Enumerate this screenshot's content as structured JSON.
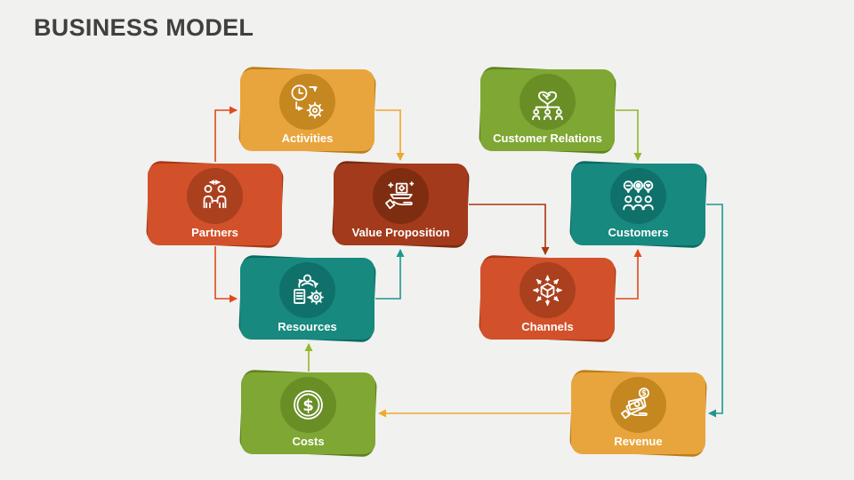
{
  "title": "BUSINESS MODEL",
  "background_color": "#f1f1f0",
  "title_color": "#404040",
  "nodes": [
    {
      "id": "activities",
      "label": "Activities",
      "color": "#e9a53d",
      "icon": "clock-gear-process-icon"
    },
    {
      "id": "customer-relations",
      "label": "Customer Relations",
      "color": "#7fa733",
      "icon": "handshake-heart-team-icon"
    },
    {
      "id": "partners",
      "label": "Partners",
      "color": "#d2512a",
      "icon": "two-partners-exchange-icon"
    },
    {
      "id": "value-proposition",
      "label": "Value Proposition",
      "color": "#a23a1b",
      "icon": "gift-on-hand-icon"
    },
    {
      "id": "customers",
      "label": "Customers",
      "color": "#17897f",
      "icon": "customers-feedback-pins-icon"
    },
    {
      "id": "resources",
      "label": "Resources",
      "color": "#17897f",
      "icon": "person-document-gear-icon"
    },
    {
      "id": "channels",
      "label": "Channels",
      "color": "#d2512a",
      "icon": "box-distribution-arrows-icon"
    },
    {
      "id": "costs",
      "label": "Costs",
      "color": "#7fa733",
      "icon": "dollar-coin-icon"
    },
    {
      "id": "revenue",
      "label": "Revenue",
      "color": "#e9a53d",
      "icon": "money-in-hand-icon"
    }
  ],
  "edges": [
    {
      "from": "partners",
      "to": "activities",
      "color": "#e1491a"
    },
    {
      "from": "activities",
      "to": "value-proposition",
      "color": "#efa82a"
    },
    {
      "from": "partners",
      "to": "resources",
      "color": "#e1491a"
    },
    {
      "from": "resources",
      "to": "value-proposition",
      "color": "#20968d"
    },
    {
      "from": "value-proposition",
      "to": "channels",
      "color": "#a8380e"
    },
    {
      "from": "channels",
      "to": "customers",
      "color": "#e1491a"
    },
    {
      "from": "customer-relations",
      "to": "customers",
      "color": "#93b72b"
    },
    {
      "from": "customers",
      "to": "revenue",
      "color": "#20968d"
    },
    {
      "from": "revenue",
      "to": "costs",
      "color": "#efa82a"
    },
    {
      "from": "costs",
      "to": "resources",
      "color": "#93b72b"
    }
  ]
}
